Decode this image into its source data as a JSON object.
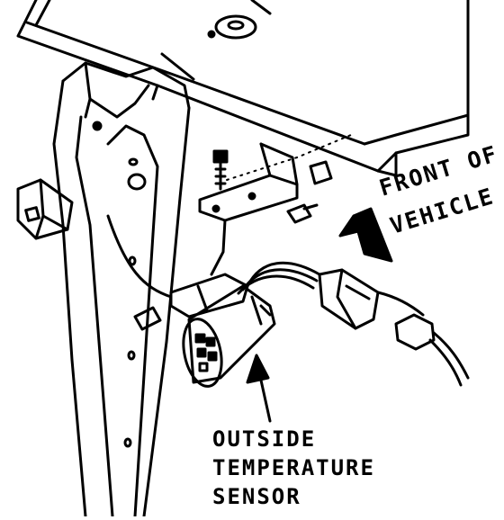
{
  "labels": {
    "sensor_line1": "OUTSIDE",
    "sensor_line2": "TEMPERATURE",
    "sensor_line3": "SENSOR",
    "front_line1": "FRONT OF",
    "front_line2": "VEHICLE"
  },
  "colors": {
    "ink": "#000000",
    "paper": "#ffffff"
  }
}
